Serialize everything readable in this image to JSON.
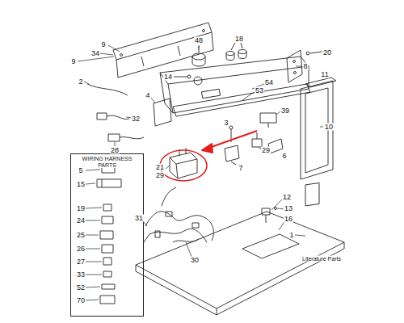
{
  "diagram": {
    "nodes": [
      {
        "text": [
          "WIRING HARNESS PARTS"
        ]
      }
    ],
    "labels": [
      "9",
      "9",
      "34",
      "2",
      "4",
      "32",
      "28",
      "14",
      "48",
      "18",
      "54",
      "53",
      "20",
      "8",
      "11",
      "39",
      "10",
      "3",
      "29",
      "6",
      "7",
      "21",
      "29",
      "31",
      "30",
      "12",
      "13",
      "16",
      "1",
      "Literature Parts",
      "5",
      "15",
      "19",
      "24",
      "25",
      "26",
      "27",
      "33",
      "52",
      "70"
    ]
  }
}
